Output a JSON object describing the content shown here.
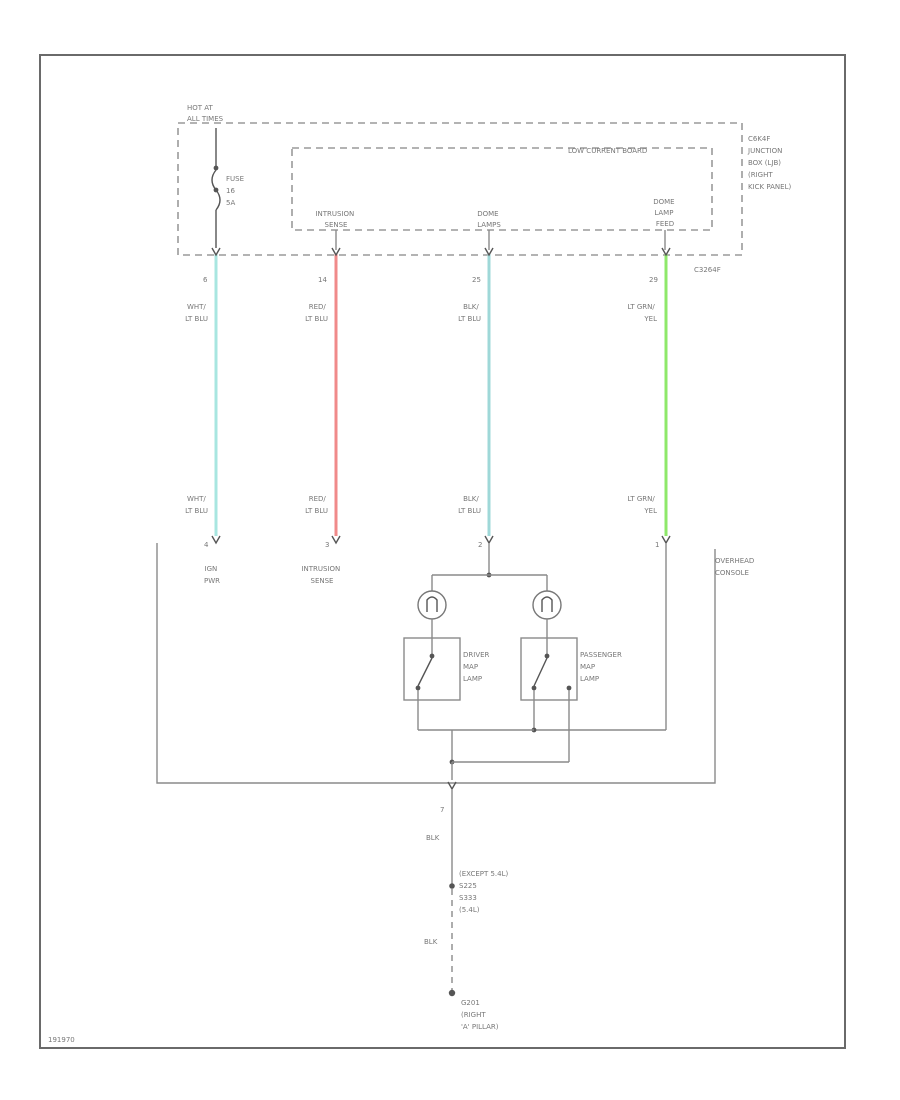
{
  "junction_box": {
    "hot_label": [
      "HOT AT",
      "ALL TIMES"
    ],
    "fuse_label": [
      "FUSE",
      "16",
      "5A"
    ],
    "board_label": "LOW CURRENT BOARD",
    "box_label": [
      "C6K4F",
      "JUNCTION",
      "BOX (LJB)",
      "(RIGHT",
      "KICK PANEL)"
    ],
    "terminals": [
      {
        "label": [
          ""
        ]
      },
      {
        "label": [
          "INTRUSION",
          "SENSE"
        ]
      },
      {
        "label": [
          "DOME",
          "LAMPS"
        ]
      },
      {
        "label": [
          "DOME",
          "LAMP",
          "FEED"
        ]
      }
    ],
    "connector_label": "C3264F"
  },
  "wires": [
    {
      "pin_top": "6",
      "color_top": [
        "WHT/",
        "LT BLU"
      ],
      "color_bottom": [
        "WHT/",
        "LT BLU"
      ],
      "pin_bottom": "4",
      "bottom_label": [
        "IGN",
        "PWR"
      ],
      "stroke": "#a8e6e0"
    },
    {
      "pin_top": "14",
      "color_top": [
        "RED/",
        "LT BLU"
      ],
      "color_bottom": [
        "RED/",
        "LT BLU"
      ],
      "pin_bottom": "3",
      "bottom_label": [
        "INTRUSION",
        "SENSE"
      ],
      "stroke": "#f08a8a"
    },
    {
      "pin_top": "25",
      "color_top": [
        "BLK/",
        "LT BLU"
      ],
      "color_bottom": [
        "BLK/",
        "LT BLU"
      ],
      "pin_bottom": "2",
      "bottom_label": [],
      "stroke": "#9fd8d8"
    },
    {
      "pin_top": "29",
      "color_top": [
        "LT GRN/",
        "YEL"
      ],
      "color_bottom": [
        "LT GRN/",
        "YEL"
      ],
      "pin_bottom": "1",
      "bottom_label": [],
      "stroke": "#8ee86a"
    }
  ],
  "console": {
    "label": [
      "OVERHEAD",
      "CONSOLE"
    ],
    "driver_switch": [
      "DRIVER",
      "MAP",
      "LAMP"
    ],
    "passenger_switch": [
      "PASSENGER",
      "MAP",
      "LAMP"
    ]
  },
  "ground": {
    "pin": "7",
    "wire_top": "BLK",
    "splice_label": [
      "(EXCEPT 5.4L)",
      "S225",
      "(5.4L)",
      "S333"
    ],
    "wire_bottom": "BLK",
    "ground_label": [
      "G201",
      "(RIGHT",
      "'A' PILLAR)"
    ]
  },
  "footer_code": "191970"
}
